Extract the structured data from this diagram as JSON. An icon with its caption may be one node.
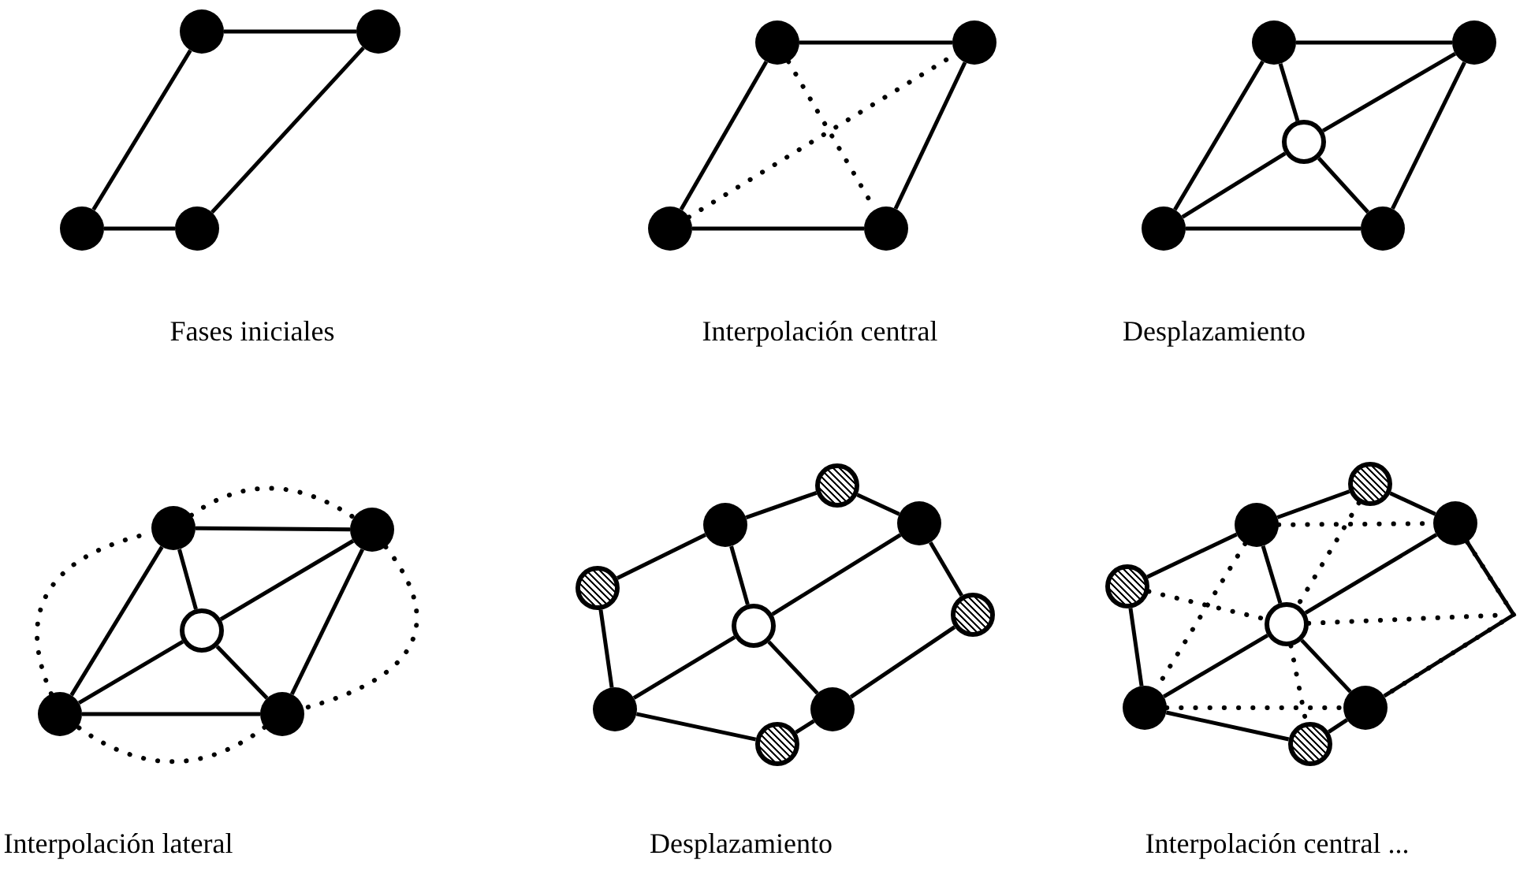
{
  "diagram": {
    "nodes": [
      {
        "text": [],
        "shape": "circle"
      },
      {
        "text": [],
        "shape": "circle"
      },
      {
        "text": [],
        "shape": "circle"
      },
      {
        "text": [],
        "shape": "circle"
      },
      {
        "text": [],
        "shape": "circle"
      },
      {
        "text": [],
        "shape": "circle"
      },
      {
        "text": [],
        "shape": "circle"
      },
      {
        "text": [],
        "shape": "circle"
      },
      {
        "text": [],
        "shape": "circle"
      },
      {
        "text": [],
        "shape": "circle"
      },
      {
        "text": [],
        "shape": "circle"
      },
      {
        "text": [],
        "shape": "circle"
      },
      {
        "text": [],
        "shape": "circle"
      },
      {
        "text": [],
        "shape": "circle"
      },
      {
        "text": [],
        "shape": "circle"
      },
      {
        "text": [],
        "shape": "circle"
      },
      {
        "text": [],
        "shape": "circle"
      },
      {
        "text": [],
        "shape": "circle"
      },
      {
        "text": [],
        "shape": "circle"
      },
      {
        "text": [],
        "shape": "circle"
      },
      {
        "text": [],
        "shape": "circle"
      },
      {
        "text": [],
        "shape": "circle"
      },
      {
        "text": [],
        "shape": "circle"
      },
      {
        "text": [],
        "shape": "circle"
      },
      {
        "text": [],
        "shape": "circle"
      },
      {
        "text": [],
        "shape": "circle"
      },
      {
        "text": [],
        "shape": "circle"
      },
      {
        "text": [],
        "shape": "circle"
      },
      {
        "text": [],
        "shape": "circle"
      },
      {
        "text": [],
        "shape": "circle"
      },
      {
        "text": [],
        "shape": "circle"
      },
      {
        "text": [],
        "shape": "circle"
      },
      {
        "text": [],
        "shape": "circle"
      },
      {
        "text": [],
        "shape": "circle"
      },
      {
        "text": [],
        "shape": "circle"
      }
    ],
    "edges": [
      {
        "from": 0,
        "to": 1,
        "arrow": "none"
      },
      {
        "from": 1,
        "to": 3,
        "arrow": "none"
      },
      {
        "from": 3,
        "to": 2,
        "arrow": "none"
      },
      {
        "from": 2,
        "to": 0,
        "arrow": "none"
      },
      {
        "from": 4,
        "to": 5,
        "arrow": "none"
      },
      {
        "from": 5,
        "to": 7,
        "arrow": "none"
      },
      {
        "from": 7,
        "to": 6,
        "arrow": "none"
      },
      {
        "from": 6,
        "to": 4,
        "arrow": "none"
      },
      {
        "from": 4,
        "to": 7,
        "arrow": "none",
        "style": "dashed"
      },
      {
        "from": 6,
        "to": 5,
        "arrow": "none",
        "style": "dashed"
      },
      {
        "from": 8,
        "to": 9,
        "arrow": "none"
      },
      {
        "from": 9,
        "to": 12,
        "arrow": "none"
      },
      {
        "from": 12,
        "to": 11,
        "arrow": "none"
      },
      {
        "from": 11,
        "to": 8,
        "arrow": "none"
      },
      {
        "from": 8,
        "to": 10,
        "arrow": "none"
      },
      {
        "from": 9,
        "to": 10,
        "arrow": "none"
      },
      {
        "from": 10,
        "to": 11,
        "arrow": "none"
      },
      {
        "from": 10,
        "to": 12,
        "arrow": "none"
      },
      {
        "from": 13,
        "to": 14,
        "arrow": "none"
      },
      {
        "from": 14,
        "to": 17,
        "arrow": "none"
      },
      {
        "from": 17,
        "to": 16,
        "arrow": "none"
      },
      {
        "from": 16,
        "to": 13,
        "arrow": "none"
      },
      {
        "from": 13,
        "to": 15,
        "arrow": "none"
      },
      {
        "from": 14,
        "to": 15,
        "arrow": "none"
      },
      {
        "from": 15,
        "to": 16,
        "arrow": "none"
      },
      {
        "from": 15,
        "to": 17,
        "arrow": "none"
      },
      {
        "from": 13,
        "to": 14,
        "arrow": "none",
        "style": "dashed"
      },
      {
        "from": 14,
        "to": 17,
        "arrow": "none",
        "style": "dashed"
      },
      {
        "from": 17,
        "to": 16,
        "arrow": "none",
        "style": "dashed"
      },
      {
        "from": 16,
        "to": 13,
        "arrow": "none",
        "style": "dashed"
      },
      {
        "from": 21,
        "to": 19,
        "arrow": "none"
      },
      {
        "from": 19,
        "to": 18,
        "arrow": "none"
      },
      {
        "from": 18,
        "to": 20,
        "arrow": "none"
      },
      {
        "from": 20,
        "to": 23,
        "arrow": "none"
      },
      {
        "from": 23,
        "to": 25,
        "arrow": "none"
      },
      {
        "from": 25,
        "to": 26,
        "arrow": "none"
      },
      {
        "from": 26,
        "to": 24,
        "arrow": "none"
      },
      {
        "from": 24,
        "to": 21,
        "arrow": "none"
      },
      {
        "from": 19,
        "to": 22,
        "arrow": "none"
      },
      {
        "from": 20,
        "to": 22,
        "arrow": "none"
      },
      {
        "from": 22,
        "to": 24,
        "arrow": "none"
      },
      {
        "from": 22,
        "to": 25,
        "arrow": "none"
      },
      {
        "from": 30,
        "to": 28,
        "arrow": "none"
      },
      {
        "from": 28,
        "to": 27,
        "arrow": "none"
      },
      {
        "from": 27,
        "to": 29,
        "arrow": "none"
      },
      {
        "from": 29,
        "to": 33,
        "arrow": "none"
      },
      {
        "from": 33,
        "to": 34,
        "arrow": "none"
      },
      {
        "from": 34,
        "to": 32,
        "arrow": "none"
      },
      {
        "from": 32,
        "to": 30,
        "arrow": "none"
      },
      {
        "from": 28,
        "to": 31,
        "arrow": "none"
      },
      {
        "from": 29,
        "to": 31,
        "arrow": "none"
      },
      {
        "from": 31,
        "to": 32,
        "arrow": "none"
      },
      {
        "from": 31,
        "to": 33,
        "arrow": "none"
      },
      {
        "from": 30,
        "to": 31,
        "arrow": "none",
        "style": "dashed"
      },
      {
        "from": 28,
        "to": 32,
        "arrow": "none",
        "style": "dashed"
      },
      {
        "from": 28,
        "to": 29,
        "arrow": "none",
        "style": "dashed"
      },
      {
        "from": 27,
        "to": 31,
        "arrow": "none",
        "style": "dashed"
      },
      {
        "from": 29,
        "to": 33,
        "arrow": "none",
        "style": "dashed"
      },
      {
        "from": 31,
        "to": null,
        "arrow": "none",
        "style": "dashed"
      },
      {
        "from": 32,
        "to": 33,
        "arrow": "none",
        "style": "dashed"
      },
      {
        "from": 31,
        "to": 34,
        "arrow": "none",
        "style": "dashed"
      }
    ],
    "labels": [
      "Fases iniciales",
      "Interpolación central",
      "Desplazamiento",
      "Interpolación lateral",
      "Desplazamiento",
      "Interpolación central ..."
    ]
  }
}
